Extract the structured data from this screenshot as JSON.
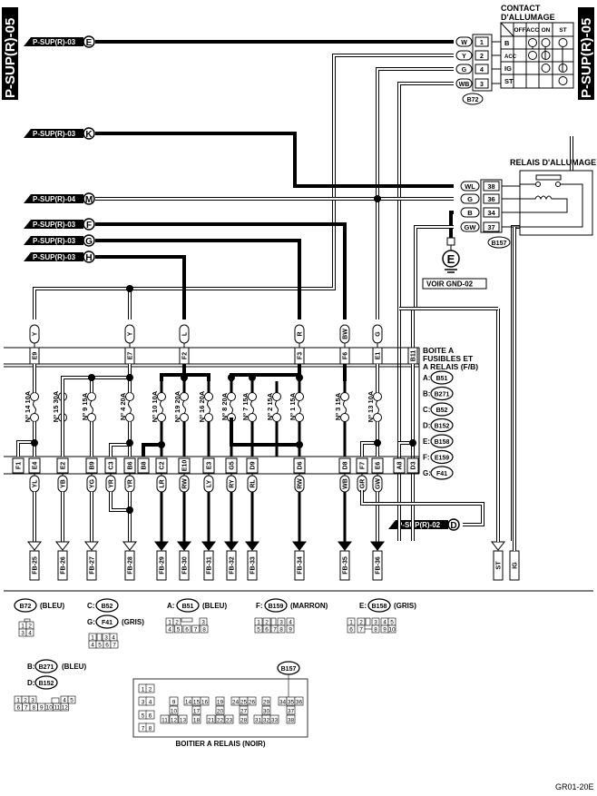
{
  "page_tag": "P-SUP(R)-05",
  "footer_code": "GR01-20E",
  "connectors_in": [
    {
      "ref": "P-SUP(R)-03",
      "letter": "E"
    },
    {
      "ref": "P-SUP(R)-03",
      "letter": "K"
    },
    {
      "ref": "P-SUP(R)-04",
      "letter": "M"
    },
    {
      "ref": "P-SUP(R)-03",
      "letter": "F"
    },
    {
      "ref": "P-SUP(R)-03",
      "letter": "G"
    },
    {
      "ref": "P-SUP(R)-03",
      "letter": "H"
    },
    {
      "ref": "P-SUP(R)-02",
      "letter": "D"
    }
  ],
  "ignition_switch": {
    "title_line1": "CONTACT",
    "title_line2": "D'ALLUMAGE",
    "columns": [
      "OFF",
      "ACC",
      "ON",
      "ST"
    ],
    "rows": [
      "B",
      "ACC",
      "IG",
      "ST"
    ],
    "connector": "B72",
    "pins": [
      {
        "wire": "W",
        "pin": "1"
      },
      {
        "wire": "Y",
        "pin": "2"
      },
      {
        "wire": "G",
        "pin": "4"
      },
      {
        "wire": "WB",
        "pin": "3"
      }
    ]
  },
  "ignition_relay": {
    "title": "RELAIS D'ALLUMAGE",
    "connector": "B157",
    "pins": [
      {
        "wire": "WL",
        "pin": "38"
      },
      {
        "wire": "G",
        "pin": "36"
      },
      {
        "wire": "B",
        "pin": "34"
      },
      {
        "wire": "GW",
        "pin": "37"
      }
    ],
    "ground_letter": "E",
    "ground_ref": "VOIR GND-02"
  },
  "fuse_box": {
    "title_line1": "BOITE A",
    "title_line2": "FUSIBLES ET",
    "title_line3": "A RELAIS (F/B)",
    "top_terminals": [
      {
        "wire": "Y",
        "term": "E9"
      },
      {
        "wire": "Y",
        "term": "E7"
      },
      {
        "wire": "L",
        "term": "F2"
      },
      {
        "wire": "R",
        "term": "F3"
      },
      {
        "wire": "BW",
        "term": "F6"
      },
      {
        "wire": "G",
        "term": "E1"
      },
      {
        "wire": "",
        "term": "B11"
      }
    ],
    "fuses": [
      "Nº 14 10A",
      "Nº 15 30A",
      "Nº 9 15A",
      "Nº 4 20A",
      "Nº 10 10A",
      "Nº 19 20A",
      "Nº 16 20A",
      "Nº 8 20A",
      "Nº 7 15A",
      "Nº 2 15A",
      "Nº 1 15A",
      "Nº 3 15A",
      "Nº 13 10A"
    ],
    "bottom_terminals": [
      "F1",
      "E4",
      "E2",
      "B9",
      "C3",
      "B6",
      "B8",
      "C2",
      "E10",
      "E3",
      "G5",
      "D9",
      "D6",
      "D8",
      "F7",
      "E6",
      "A8",
      "D3"
    ],
    "connector_legend": [
      {
        "key": "A:",
        "code": "B51"
      },
      {
        "key": "B:",
        "code": "B271"
      },
      {
        "key": "C:",
        "code": "B52"
      },
      {
        "key": "D:",
        "code": "B152"
      },
      {
        "key": "E:",
        "code": "B158"
      },
      {
        "key": "F:",
        "code": "E159"
      },
      {
        "key": "G:",
        "code": "F41"
      }
    ]
  },
  "output_wires": [
    {
      "wire": "YL",
      "dest": "FB-25"
    },
    {
      "wire": "YB",
      "dest": "FB-26"
    },
    {
      "wire": "YG",
      "dest": "FB-27"
    },
    {
      "wire": "YR",
      "dest": ""
    },
    {
      "wire": "YR",
      "dest": "FB-28"
    },
    {
      "wire": "LR",
      "dest": "FB-29"
    },
    {
      "wire": "RW",
      "dest": "FB-30"
    },
    {
      "wire": "LY",
      "dest": "FB-31"
    },
    {
      "wire": "RY",
      "dest": "FB-32"
    },
    {
      "wire": "RL",
      "dest": "FB-33"
    },
    {
      "wire": "RW",
      "dest": "FB-34"
    },
    {
      "wire": "WB",
      "dest": "FB-35"
    },
    {
      "wire": "GR",
      "dest": ""
    },
    {
      "wire": "GW",
      "dest": "FB-36"
    }
  ],
  "right_outputs": [
    "ST",
    "IG"
  ],
  "connector_views": {
    "b72": {
      "label": "B72",
      "color": "(BLEU)",
      "pins": [
        "1",
        "2",
        "3",
        "4"
      ]
    },
    "c_g": {
      "label_c": "C:",
      "code_c": "B52",
      "label_g": "G:",
      "code_g": "F41",
      "color": "(GRIS)",
      "pins": [
        "1",
        "2",
        "3",
        "4",
        "5",
        "6",
        "7"
      ]
    },
    "a": {
      "label": "A:",
      "code": "B51",
      "color": "(BLEU)",
      "pins": [
        "1",
        "2",
        "3",
        "4",
        "5",
        "6",
        "7",
        "8"
      ]
    },
    "f": {
      "label": "F:",
      "code": "B159",
      "color": "(MARRON)",
      "pins": [
        "1",
        "2",
        "3",
        "4",
        "5",
        "6",
        "7",
        "8",
        "9"
      ]
    },
    "e": {
      "label": "E:",
      "code": "B158",
      "color": "(GRIS)",
      "pins": [
        "1",
        "2",
        "3",
        "4",
        "5",
        "6",
        "7",
        "8",
        "9",
        "10"
      ]
    },
    "b_d": {
      "label_b": "B:",
      "code_b": "B271",
      "color_b": "(BLEU)",
      "label_d": "D:",
      "code_d": "B152",
      "pins": [
        "1",
        "2",
        "3",
        "4",
        "5",
        "6",
        "7",
        "8",
        "9",
        "10",
        "11",
        "12"
      ]
    },
    "relay_box": {
      "title": "BOITIER A RELAIS (NOIR)",
      "code": "B157",
      "pins": [
        "1",
        "2",
        "3",
        "4",
        "5",
        "6",
        "7",
        "8",
        "9",
        "10",
        "11",
        "12",
        "13",
        "14",
        "15",
        "16",
        "17",
        "18",
        "19",
        "20",
        "21",
        "22",
        "23",
        "24",
        "25",
        "26",
        "27",
        "28",
        "29",
        "30",
        "31",
        "32",
        "33",
        "34",
        "35",
        "36",
        "37",
        "38"
      ]
    }
  }
}
